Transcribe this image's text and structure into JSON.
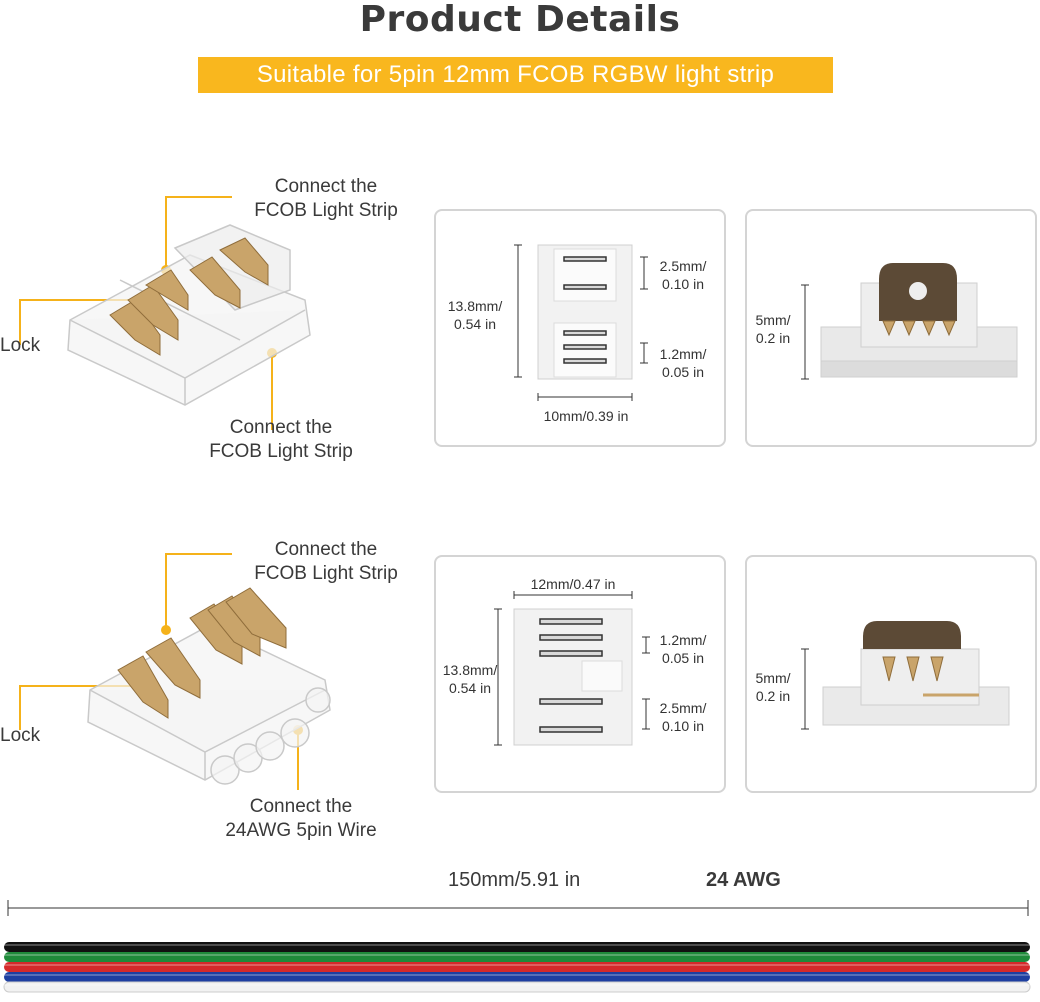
{
  "header": {
    "title": "Product Details",
    "subtitle": "Suitable for 5pin 12mm FCOB RGBW light strip"
  },
  "connector1": {
    "label_top_line1": "Connect the",
    "label_top_line2": "FCOB Light Strip",
    "label_lock": "Lock",
    "label_bottom_line1": "Connect the",
    "label_bottom_line2": "FCOB Light Strip",
    "front_view": {
      "height_line1": "13.8mm/",
      "height_line2": "0.54 in",
      "gap_top_line1": "2.5mm/",
      "gap_top_line2": "0.10 in",
      "gap_bottom_line1": "1.2mm/",
      "gap_bottom_line2": "0.05 in",
      "width": "10mm/0.39 in"
    },
    "side_view": {
      "height_line1": "5mm/",
      "height_line2": "0.2 in"
    }
  },
  "connector2": {
    "label_top_line1": "Connect the",
    "label_top_line2": "FCOB Light Strip",
    "label_lock": "Lock",
    "label_bottom_line1": "Connect the",
    "label_bottom_line2": "24AWG 5pin Wire",
    "front_view": {
      "width": "12mm/0.47 in",
      "height_line1": "13.8mm/",
      "height_line2": "0.54 in",
      "gap_top_line1": "1.2mm/",
      "gap_top_line2": "0.05 in",
      "gap_bottom_line1": "2.5mm/",
      "gap_bottom_line2": "0.10 in"
    },
    "side_view": {
      "height_line1": "5mm/",
      "height_line2": "0.2 in"
    }
  },
  "cable": {
    "length": "150mm/5.91 in",
    "gauge": "24 AWG",
    "wire_colors": [
      "#111111",
      "#1f8a3a",
      "#d42a2a",
      "#1e3fa0",
      "#f2f2f2"
    ]
  },
  "colors": {
    "accent": "#f9b71e",
    "leader": "#f5b21a"
  }
}
